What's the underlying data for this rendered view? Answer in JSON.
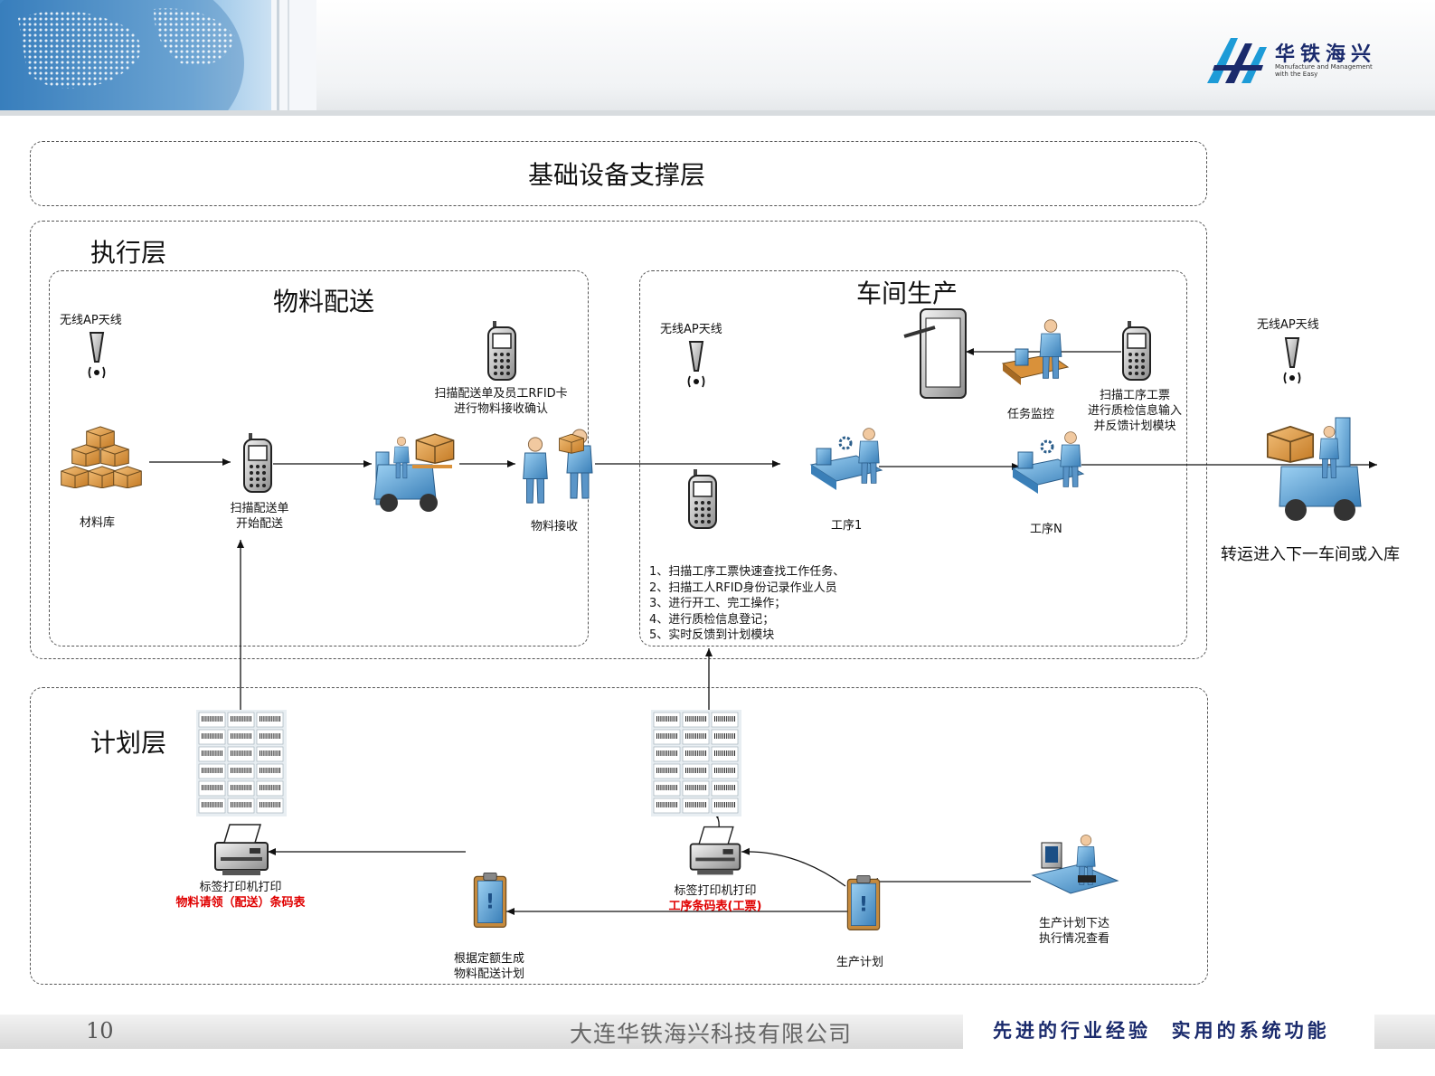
{
  "header": {
    "logo_text": "华铁海兴",
    "logo_sub_line1": "Manufacture and Management",
    "logo_sub_line2": "with the Easy"
  },
  "layers": {
    "infra": "基础设备支撑层",
    "execution": "执行层",
    "planning": "计划层"
  },
  "material": {
    "title": "物料配送",
    "ap_label": "无线AP天线",
    "warehouse_label": "材料库",
    "scan_start_line1": "扫描配送单",
    "scan_start_line2": "开始配送",
    "scan_confirm_line1": "扫描配送单及员工RFID卡",
    "scan_confirm_line2": "进行物料接收确认",
    "receive_label": "物料接收"
  },
  "workshop": {
    "title": "车间生产",
    "ap_label": "无线AP天线",
    "monitor_label": "任务监控",
    "scan_qc_line1": "扫描工序工票",
    "scan_qc_line2": "进行质检信息输入",
    "scan_qc_line3": "并反馈计划模块",
    "proc1_label": "工序1",
    "procN_label": "工序N",
    "steps": [
      "1、扫描工序工票快速查找工作任务、",
      "2、扫描工人RFID身份记录作业人员",
      "3、进行开工、完工操作；",
      "4、进行质检信息登记；",
      "5、实时反馈到计划模块"
    ]
  },
  "right": {
    "ap_label": "无线AP天线",
    "transfer_label": "转运进入下一车间或入库"
  },
  "planning": {
    "printer1_line1": "标签打印机打印",
    "printer1_line2": "物料请领（配送）条码表",
    "printer2_line1": "标签打印机打印",
    "printer2_line2": "工序条码表(工票)",
    "quota_line1": "根据定额生成",
    "quota_line2": "物料配送计划",
    "plan_label": "生产计划",
    "issue_line1": "生产计划下达",
    "issue_line2": "执行情况查看"
  },
  "footer": {
    "page": "10",
    "company": "大连华铁海兴科技有限公司",
    "slogan": "先进的行业经验  实用的系统功能"
  },
  "colors": {
    "accent_red": "#e00000",
    "brand_navy": "#1a2a6c",
    "box_orange": "#d9913a",
    "worker_blue": "#4a90c8"
  }
}
